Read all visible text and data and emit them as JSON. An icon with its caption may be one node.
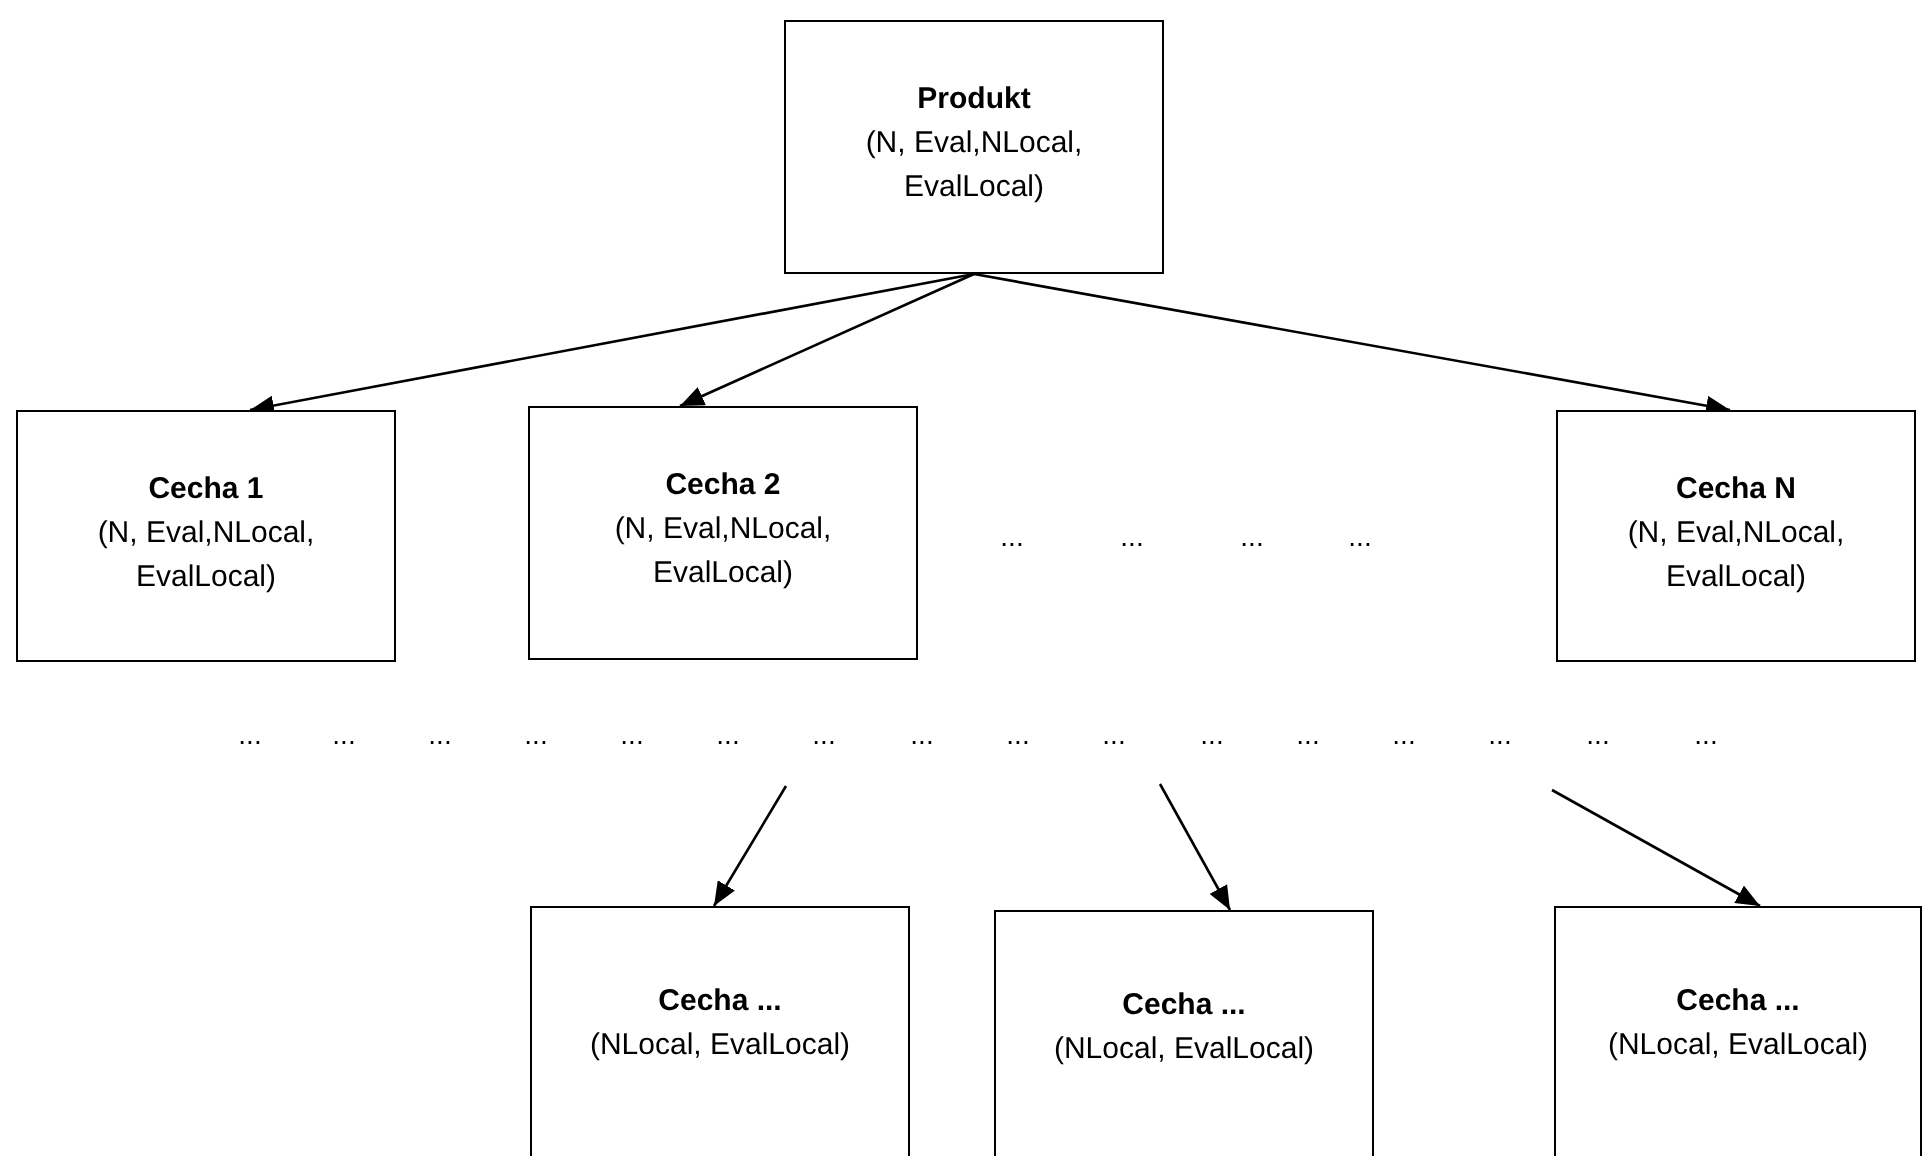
{
  "diagram": {
    "nodes": [
      {
        "text": [
          "Produkt",
          "(N, Eval,NLocal, EvalLocal)"
        ]
      },
      {
        "text": [
          "Cecha 1",
          "(N, Eval,NLocal, EvalLocal)"
        ]
      },
      {
        "text": [
          "Cecha 2",
          "(N, Eval,NLocal, EvalLocal)"
        ]
      },
      {
        "text": [
          "Cecha N",
          "(N, Eval,NLocal, EvalLocal)"
        ]
      },
      {
        "text": [
          "Cecha ...",
          "(NLocal, EvalLocal)"
        ]
      },
      {
        "text": [
          "Cecha ...",
          "(NLocal, EvalLocal)"
        ]
      },
      {
        "text": [
          "Cecha ...",
          "(NLocal, EvalLocal)"
        ]
      }
    ],
    "edges": [
      {
        "from": 0,
        "to": 1,
        "arrow": "to"
      },
      {
        "from": 0,
        "to": 2,
        "arrow": "to"
      },
      {
        "from": 0,
        "to": 3,
        "arrow": "to"
      },
      {
        "from": null,
        "to": 4,
        "arrow": "to"
      },
      {
        "from": null,
        "to": 5,
        "arrow": "to"
      },
      {
        "from": null,
        "to": 6,
        "arrow": "to"
      }
    ],
    "labels": [
      "...",
      "...",
      "...",
      "...",
      "...",
      "...",
      "...",
      "...",
      "...",
      "...",
      "...",
      "...",
      "...",
      "...",
      "...",
      "...",
      "...",
      "...",
      "...",
      "..."
    ]
  }
}
